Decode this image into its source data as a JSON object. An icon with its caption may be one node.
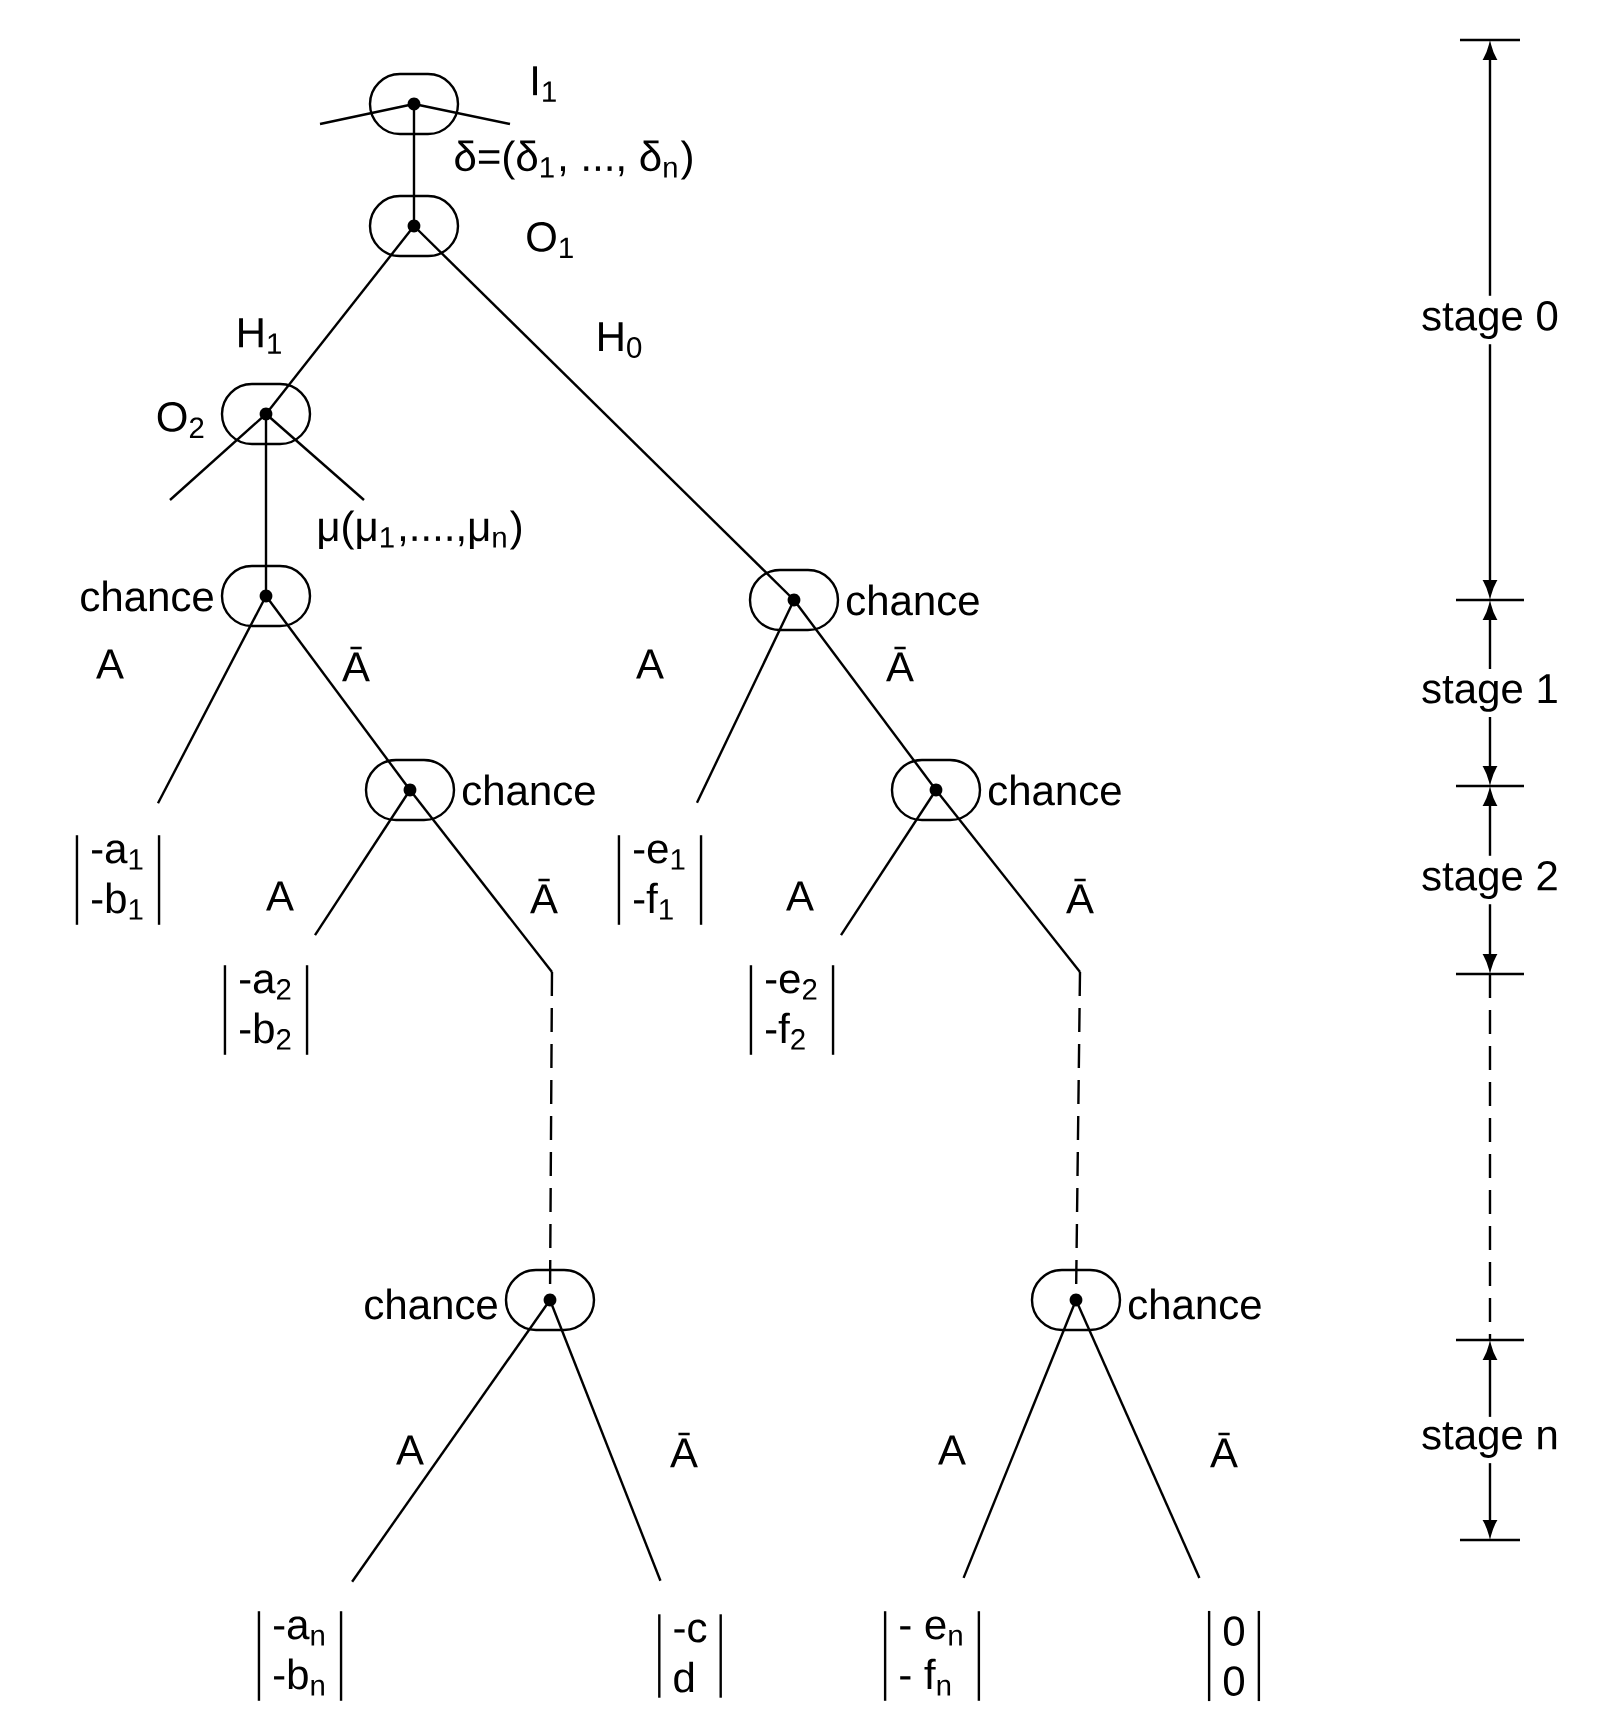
{
  "diagram": {
    "nodes": [
      {
        "text": [],
        "shape": "oval",
        "beside": [
          "I$_{1}$"
        ]
      },
      {
        "text": [],
        "shape": "oval",
        "beside": [
          "O$_{1}$"
        ]
      },
      {
        "text": [],
        "shape": "oval",
        "beside": [
          "O$_{2}$"
        ]
      },
      {
        "text": [],
        "shape": "oval",
        "beside": [
          "chance"
        ]
      },
      {
        "text": [],
        "shape": "oval",
        "beside": [
          "chance"
        ]
      },
      {
        "text": [],
        "shape": "oval",
        "beside": [
          "chance"
        ]
      },
      {
        "text": [],
        "shape": "oval",
        "beside": [
          "chance"
        ]
      },
      {
        "text": [],
        "shape": "oval",
        "beside": [
          "chance"
        ]
      },
      {
        "text": [],
        "shape": "oval",
        "beside": [
          "chance"
        ]
      },
      {
        "text": [
          "-a$_{1}$",
          "-b$_{1}$"
        ]
      },
      {
        "text": [
          "-e$_{1}$",
          "-f$_{1}$"
        ]
      },
      {
        "text": [
          "-a$_{2}$",
          "-b$_{2}$"
        ]
      },
      {
        "text": [
          "-e$_{2}$",
          "-f$_{2}$"
        ]
      },
      {
        "text": [
          "-a$_{n}$",
          "-b$_{n}$"
        ]
      },
      {
        "text": [
          "-c",
          "d"
        ]
      },
      {
        "text": [
          "- e$_{n}$",
          "- f$_{n}$"
        ]
      },
      {
        "text": [
          "0",
          "0"
        ]
      }
    ],
    "edges": [
      {
        "from": 0,
        "to": 1,
        "arrow": "none",
        "label": "δ=(δ$_{1}$, ..., δ$_{n}$)"
      },
      {
        "from": 0,
        "to": null,
        "arrow": "none"
      },
      {
        "from": 0,
        "to": null,
        "arrow": "none"
      },
      {
        "from": 1,
        "to": 2,
        "arrow": "none",
        "label": "H$_{1}$"
      },
      {
        "from": 1,
        "to": 4,
        "arrow": "none",
        "label": "H$_{0}$"
      },
      {
        "from": 2,
        "to": null,
        "arrow": "none"
      },
      {
        "from": 2,
        "to": null,
        "arrow": "none"
      },
      {
        "from": 2,
        "to": 3,
        "arrow": "none",
        "label": "μ(μ$_{1}$,....,μ$_{n}$)"
      },
      {
        "from": 3,
        "to": 9,
        "arrow": "none",
        "label": "A"
      },
      {
        "from": 3,
        "to": 5,
        "arrow": "none",
        "label": "Ā"
      },
      {
        "from": 4,
        "to": 10,
        "arrow": "none",
        "label": "A"
      },
      {
        "from": 4,
        "to": 6,
        "arrow": "none",
        "label": "Ā"
      },
      {
        "from": 5,
        "to": 11,
        "arrow": "none",
        "label": "A"
      },
      {
        "from": 5,
        "to": 7,
        "arrow": "none",
        "label": "Ā",
        "style": "dashed"
      },
      {
        "from": 6,
        "to": 12,
        "arrow": "none",
        "label": "A"
      },
      {
        "from": 6,
        "to": 8,
        "arrow": "none",
        "label": "Ā",
        "style": "dashed"
      },
      {
        "from": 7,
        "to": 13,
        "arrow": "none",
        "label": "A"
      },
      {
        "from": 7,
        "to": 14,
        "arrow": "none",
        "label": "Ā"
      },
      {
        "from": 8,
        "to": 15,
        "arrow": "none",
        "label": "A"
      },
      {
        "from": 8,
        "to": 16,
        "arrow": "none",
        "label": "Ā"
      }
    ],
    "labels": [
      "stage 0",
      "stage 1",
      "stage 2",
      "stage n"
    ]
  }
}
